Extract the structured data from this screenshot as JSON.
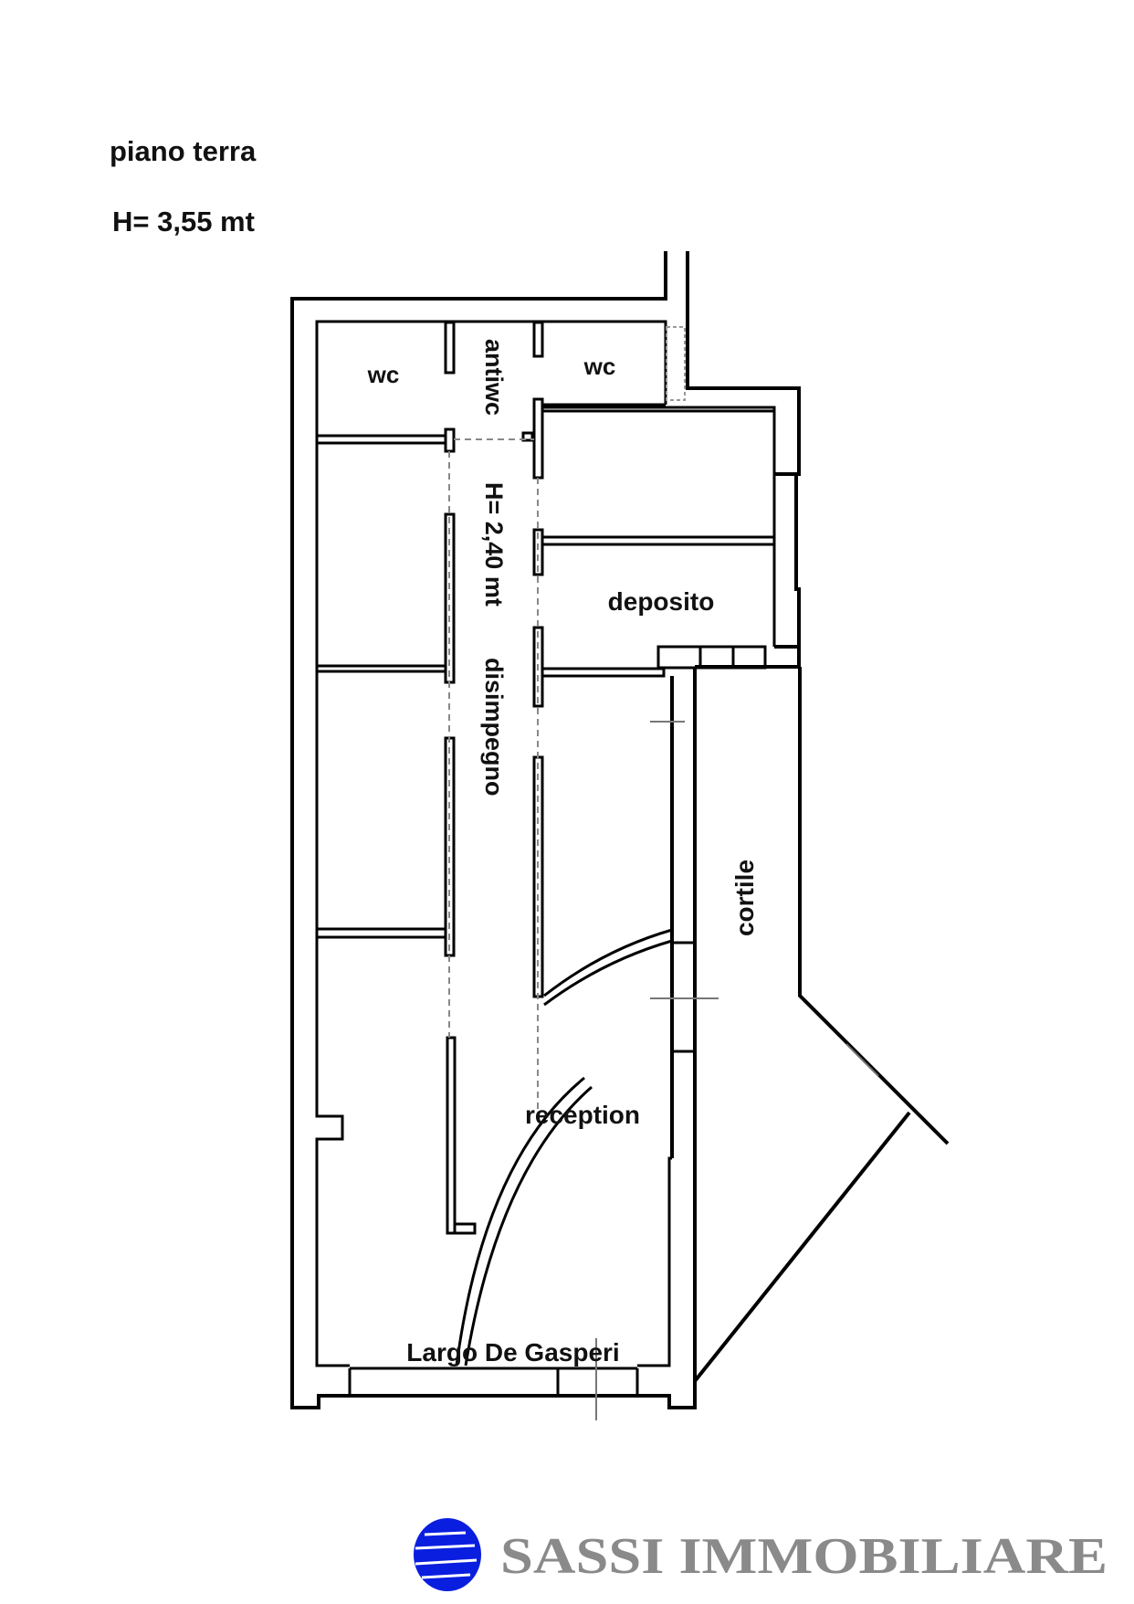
{
  "header": {
    "floor_label": "piano terra",
    "ceiling_height": "H= 3,55 mt"
  },
  "rooms": {
    "wc_left": "wc",
    "antiwc": "antiwc",
    "wc_right": "wc",
    "corridor_height": "H= 2,40 mt",
    "corridor": "disimpegno",
    "deposito": "deposito",
    "reception": "reception",
    "cortile": "cortile"
  },
  "street": "Largo De Gasperi",
  "logo": {
    "text": "SASSI IMMOBILIARE",
    "globe_color": "#0a1ee0",
    "text_color": "#8a8a8a"
  }
}
